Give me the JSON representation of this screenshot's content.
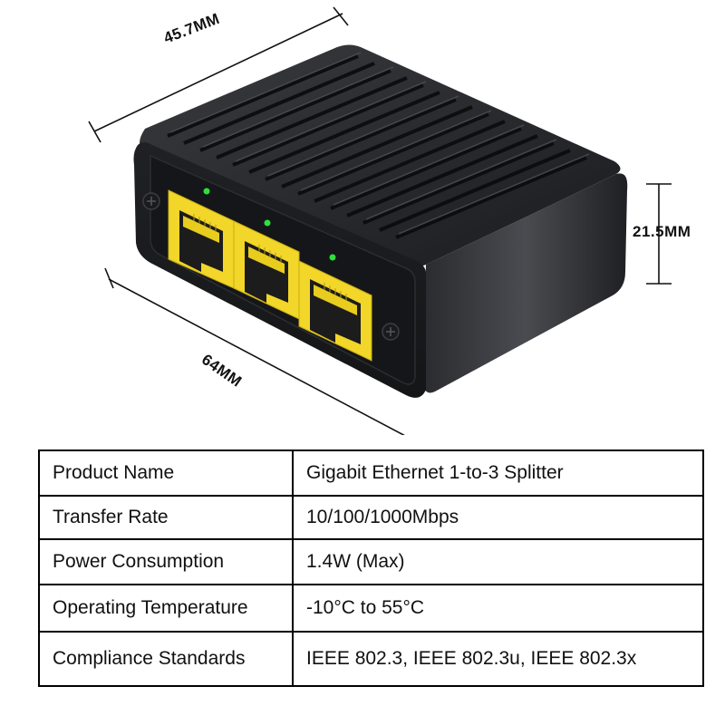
{
  "dimensions": {
    "depth": "45.7MM",
    "width": "64MM",
    "height": "21.5MM"
  },
  "specs": [
    {
      "label": "Product Name",
      "value": "Gigabit Ethernet 1-to-3 Splitter"
    },
    {
      "label": "Transfer Rate",
      "value": "10/100/1000Mbps"
    },
    {
      "label": "Power Consumption",
      "value": "1.4W (Max)"
    },
    {
      "label": "Operating Temperature",
      "value": "-10°C to 55°C"
    },
    {
      "label": "Compliance Standards",
      "value": "IEEE 802.3, IEEE 802.3u, IEEE 802.3x"
    }
  ],
  "colors": {
    "housing": "#1e1f22",
    "port": "#f2d629",
    "led": "#2fe03a"
  }
}
